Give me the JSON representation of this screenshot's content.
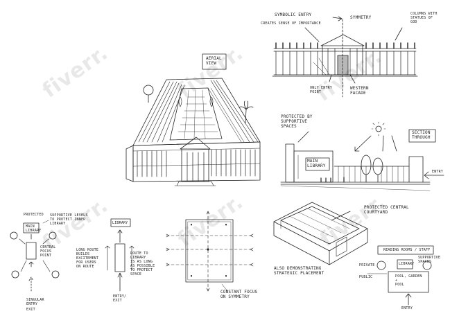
{
  "watermark": "fiverr.",
  "labels": {
    "aerial_view": "AERIAL\nVIEW",
    "symbolic_entry": "SYMBOLIC ENTRY",
    "creates_sense": "CREATES SENSE OF IMPORTANCE",
    "symmetry": "SYMMETRY",
    "columns_statues": "COLUMNS WITH\nSTATUES OF\nGOD",
    "only_entry": "ONLY ENTRY\nPOINT",
    "western_facade": "WESTERN\nFACADE",
    "protected_by": "PROTECTED BY\nSUPPORTIVE\nSPACES",
    "section_through": "SECTION\nTHROUGH",
    "main_library": "MAIN\nLIBRARY",
    "entry_right": "ENTRY",
    "protected_central": "PROTECTED CENTRAL\nCOURTYARD",
    "demonstrating": "ALSO DEMONSTRATING\nSTRATEGIC PLACEMENT",
    "reading_rooms": "READING ROOMS / STAFF",
    "private": "PRIVATE",
    "public": "PUBLIC",
    "library_box": "LIBRARY",
    "supportive_spaces": "SUPPORTIVE\nSPACES",
    "pool_garden": "POOL, GARDEN\n+\nPOOL",
    "entry_bottom_right": "ENTRY",
    "constant_focus": "CONSTANT FOCUS\nON SYMMETRY",
    "protected_left": "PROTECTED",
    "main_library_small": "MAIN\nLIBRARY",
    "supportive_levels": "SUPPORTIVE LEVELS\nTO PROTECT INNER\nLIBRARY",
    "central_focus": "CENTRAL\nFOCUS\nPOINT",
    "singular_entry": "SINGULAR\nENTRY",
    "exit_left": "EXIT",
    "long_route": "LONG ROUTE\nBUILDS\nEXCITEMENT\nFOR USERS\nON ROUTE",
    "library_middle": "LIBRARY",
    "route_to_library": "ROUTE TO\nLIBRARY\nIS AS LONG\nAS POSSIBLE\nTO PROTECT\nSPACE",
    "entry_exit": "ENTRY/\nEXIT"
  }
}
